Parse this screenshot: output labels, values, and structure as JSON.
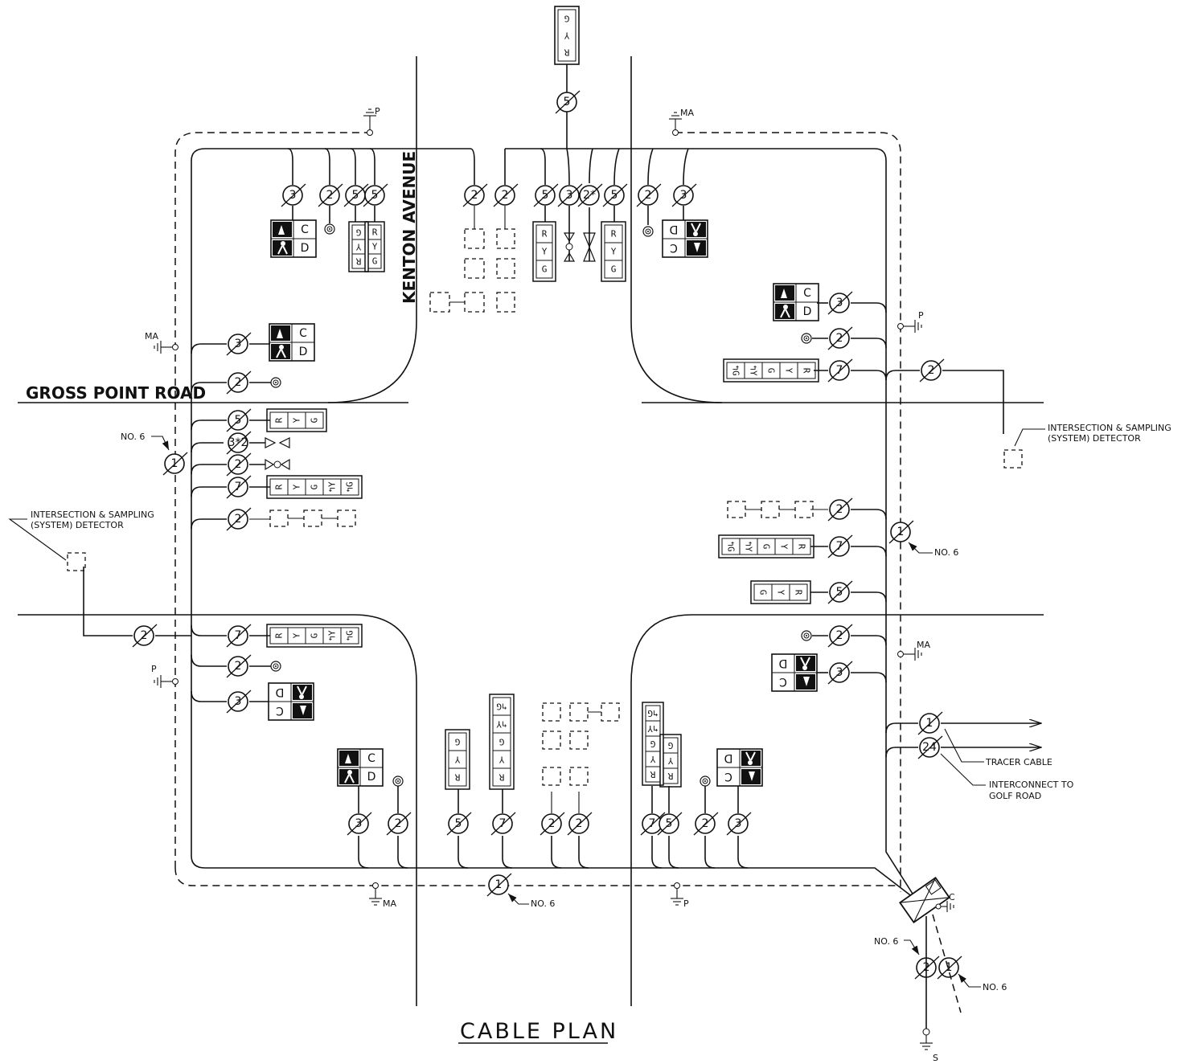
{
  "title": "CABLE PLAN",
  "roads": {
    "east_west": "GROSS POINT ROAD",
    "north_south": "KENTON AVENUE"
  },
  "labels": {
    "detector": [
      "INTERSECTION & SAMPLING",
      "(SYSTEM) DETECTOR"
    ],
    "no6": "NO. 6",
    "tracer": "TRACER CABLE",
    "interconnect": [
      "INTERCONNECT TO",
      "GOLF ROAD"
    ],
    "ma": "MA",
    "p": "P",
    "c": "C",
    "s": "S"
  },
  "conductors": {
    "north_top": "5",
    "north": [
      "3",
      "2",
      "5",
      "5",
      "2",
      "2",
      "5",
      "3",
      "2*",
      "5",
      "2",
      "3"
    ],
    "west": [
      "3",
      "2",
      "5",
      "3*2",
      "2",
      "7",
      "2",
      "2",
      "7",
      "2",
      "3"
    ],
    "west_no6": "1",
    "east": [
      "3",
      "2",
      "7",
      "2",
      "2",
      "7",
      "5",
      "2",
      "3",
      "1",
      "24"
    ],
    "east_no6": "1",
    "south": [
      "3",
      "2",
      "5",
      "7",
      "2",
      "2",
      "7",
      "5",
      "2",
      "3"
    ],
    "south_no6": "1",
    "cabinet_out": [
      "2",
      "1"
    ]
  },
  "signal_heads": {
    "rg3": [
      "R",
      "Y",
      "G"
    ],
    "rg5": [
      "R",
      "Y",
      "G",
      "↰Y",
      "↰G"
    ],
    "ped": [
      "C",
      "D"
    ]
  }
}
